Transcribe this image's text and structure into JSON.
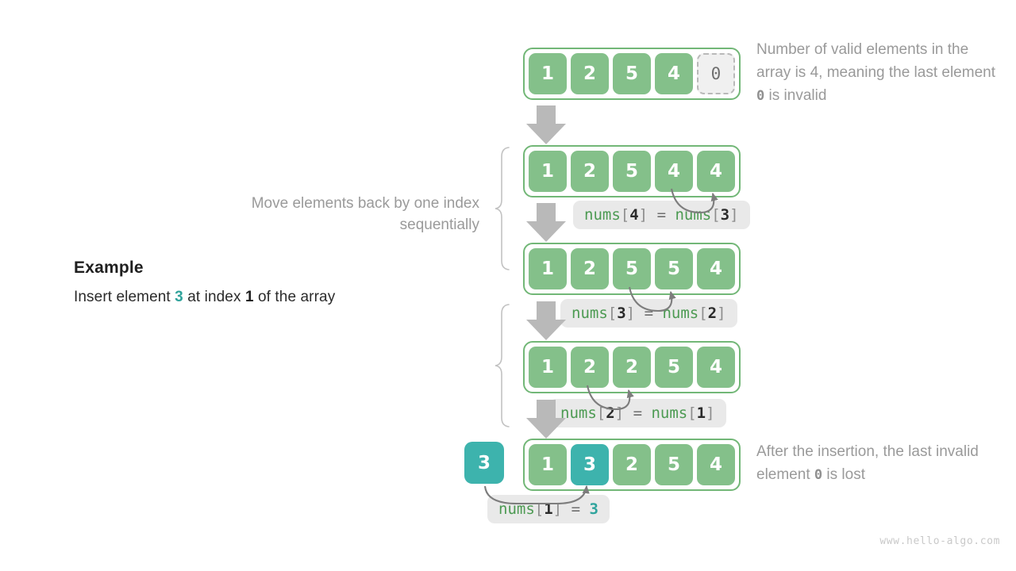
{
  "diagram": {
    "title": "Array insertion example",
    "watermark": "www.hello-algo.com",
    "colors": {
      "cell_green": "#84c08a",
      "cell_teal": "#3db3ad",
      "array_border": "#72b777",
      "invalid_fill": "#f0f0f0",
      "invalid_border": "#b9b9b9",
      "note_gray": "#9a9a9a",
      "code_chip_bg": "#e9e9e9",
      "code_fn_green": "#4c9a52",
      "accent_teal": "#30a39b",
      "arrow_gray": "#b3b3b3",
      "curve_gray": "#7d7d7d"
    }
  },
  "example": {
    "title": "Example",
    "desc_part1": "Insert element ",
    "desc_value": "3",
    "desc_part2": " at index ",
    "desc_index": "1",
    "desc_part3": " of the array"
  },
  "notes": {
    "move_elements": "Move elements back by one index sequentially",
    "top_part1": "Number of valid elements in the array is 4, meaning the last element ",
    "top_value": "0",
    "top_part2": " is invalid",
    "bottom_part1": "After the insertion, the last invalid element ",
    "bottom_value": "0",
    "bottom_part2": " is lost"
  },
  "rows": [
    {
      "id": "row-initial",
      "cells": [
        {
          "value": "1",
          "state": "valid"
        },
        {
          "value": "2",
          "state": "valid"
        },
        {
          "value": "5",
          "state": "valid"
        },
        {
          "value": "4",
          "state": "valid"
        },
        {
          "value": "0",
          "state": "invalid"
        }
      ]
    },
    {
      "id": "row-shift-4",
      "cells": [
        {
          "value": "1",
          "state": "valid"
        },
        {
          "value": "2",
          "state": "valid"
        },
        {
          "value": "5",
          "state": "valid"
        },
        {
          "value": "4",
          "state": "valid"
        },
        {
          "value": "4",
          "state": "valid"
        }
      ]
    },
    {
      "id": "row-shift-3",
      "cells": [
        {
          "value": "1",
          "state": "valid"
        },
        {
          "value": "2",
          "state": "valid"
        },
        {
          "value": "5",
          "state": "valid"
        },
        {
          "value": "5",
          "state": "valid"
        },
        {
          "value": "4",
          "state": "valid"
        }
      ]
    },
    {
      "id": "row-shift-2",
      "cells": [
        {
          "value": "1",
          "state": "valid"
        },
        {
          "value": "2",
          "state": "valid"
        },
        {
          "value": "2",
          "state": "valid"
        },
        {
          "value": "5",
          "state": "valid"
        },
        {
          "value": "4",
          "state": "valid"
        }
      ]
    },
    {
      "id": "row-final",
      "cells": [
        {
          "value": "1",
          "state": "valid"
        },
        {
          "value": "3",
          "state": "inserted"
        },
        {
          "value": "2",
          "state": "valid"
        },
        {
          "value": "5",
          "state": "valid"
        },
        {
          "value": "4",
          "state": "valid"
        }
      ]
    }
  ],
  "inserted_box": {
    "value": "3"
  },
  "code_labels": [
    {
      "id": "code-nums4",
      "lhs_fn": "nums",
      "lhs_open": "[",
      "lhs_num": "4",
      "lhs_close": "]",
      "op": "=",
      "rhs_fn": "nums",
      "rhs_open": "[",
      "rhs_num": "3",
      "rhs_close": "]",
      "rhs_is_literal": false
    },
    {
      "id": "code-nums3",
      "lhs_fn": "nums",
      "lhs_open": "[",
      "lhs_num": "3",
      "lhs_close": "]",
      "op": "=",
      "rhs_fn": "nums",
      "rhs_open": "[",
      "rhs_num": "2",
      "rhs_close": "]",
      "rhs_is_literal": false
    },
    {
      "id": "code-nums2",
      "lhs_fn": "nums",
      "lhs_open": "[",
      "lhs_num": "2",
      "lhs_close": "]",
      "op": "=",
      "rhs_fn": "nums",
      "rhs_open": "[",
      "rhs_num": "1",
      "rhs_close": "]",
      "rhs_is_literal": false
    },
    {
      "id": "code-nums1",
      "lhs_fn": "nums",
      "lhs_open": "[",
      "lhs_num": "1",
      "lhs_close": "]",
      "op": "=",
      "rhs_literal": "3",
      "rhs_is_literal": true
    }
  ]
}
